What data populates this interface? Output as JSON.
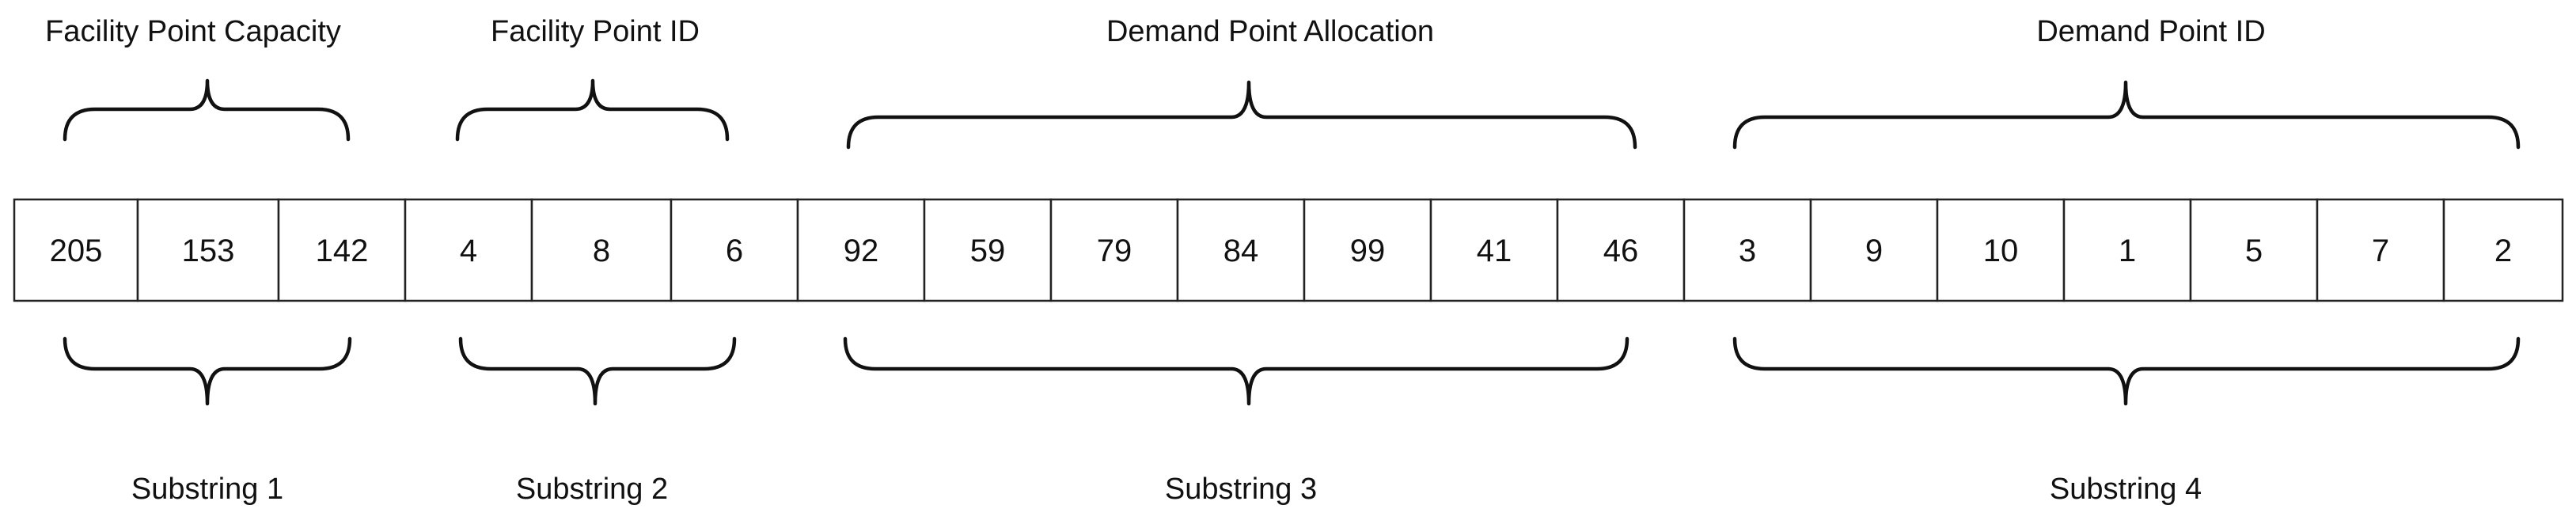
{
  "segments": [
    {
      "field_label": "Facility Point Capacity",
      "substring_label": "Substring 1",
      "values": [
        "205",
        "153",
        "142"
      ]
    },
    {
      "field_label": "Facility Point ID",
      "substring_label": "Substring 2",
      "values": [
        "4",
        "8",
        "6"
      ]
    },
    {
      "field_label": "Demand Point Allocation",
      "substring_label": "Substring 3",
      "values": [
        "92",
        "59",
        "79",
        "84",
        "99",
        "41",
        "46"
      ]
    },
    {
      "field_label": "Demand Point ID",
      "substring_label": "Substring 4",
      "values": [
        "3",
        "9",
        "10",
        "1",
        "5",
        "7",
        "2"
      ]
    }
  ]
}
